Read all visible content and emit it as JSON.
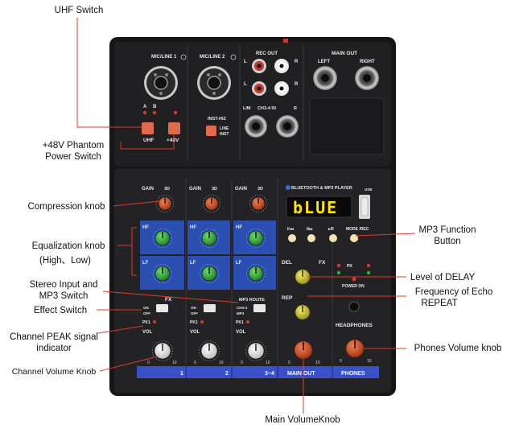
{
  "callouts": {
    "uhf_switch": "UHF Switch",
    "phantom_line1": "+48V Phantom",
    "phantom_line2": "Power Switch",
    "compression_knob": "Compression knob",
    "equalization_line1": "Equalization knob",
    "equalization_line2": "(High、Low)",
    "stereo_line1": "Stereo Input and",
    "stereo_line2": "MP3 Switch",
    "effect_switch": "Effect Switch",
    "peak_line1": "Channel PEAK signal",
    "peak_line2": "indicator",
    "channel_volume": "Channel Volume Knob",
    "mp3_function_line1": "MP3 Function",
    "mp3_function_line2": "Button",
    "level_of_delay": "Level of DELAY",
    "echo_line1": "Frequency of Echo",
    "echo_line2": "REPEAT",
    "phones_volume": "Phones Volume knob",
    "main_volume": "Main VolumeKnob"
  },
  "panel": {
    "mic_line_1": "MIC/LINE 1",
    "mic_line_2": "MIC/LINE 2",
    "rec_out": "REC OUT",
    "main_out": "MAIN OUT",
    "left": "LEFT",
    "right": "RIGHT",
    "l": "L",
    "r": "R",
    "l_m": "L/M",
    "ch34": "CH3-4 IN",
    "a": "A",
    "b": "B",
    "uhf": "UHF",
    "plus48v": "+48V",
    "inst_hiz": "INST-HIZ",
    "line": "LINE",
    "inst": "INST",
    "gain": "GAIN",
    "three_d": "3D",
    "hf": "HF",
    "lf": "LF",
    "bt_player": "BLUETOOTH & MP3 PLAYER",
    "usb": "USB",
    "lcd_text": "bLUE",
    "mode_rec": "MODE /REC",
    "del": "DEL",
    "fx": "FX",
    "rep": "REP",
    "pk": "PK",
    "power_on": "POWER ON",
    "headphones": "HEADPHONES",
    "on": "ON",
    "off": "OFF",
    "mp3_route": "MP3 ROUTE",
    "ch34_short": "CH3-4",
    "mp3": "MP3",
    "vol": "VOL",
    "pk1": "PK1",
    "zero": "0",
    "ten": "10",
    "band_labels": [
      "1",
      "2",
      "3~4",
      "MAIN OUT",
      "PHONES"
    ]
  },
  "colors": {
    "chassis": "#1b1b1d",
    "panel": "#232325",
    "eq_blue": "#2b4fb0",
    "band_blue": "#3a50c8",
    "knob_green": "#2fae3a",
    "knob_orange": "#d9531e",
    "knob_yellow": "#d6c72a",
    "knob_white": "#f2f2f2",
    "switch_red": "#e06a4a",
    "callout_red": "#e03a2a",
    "lcd_yellow": "#ffe600"
  }
}
